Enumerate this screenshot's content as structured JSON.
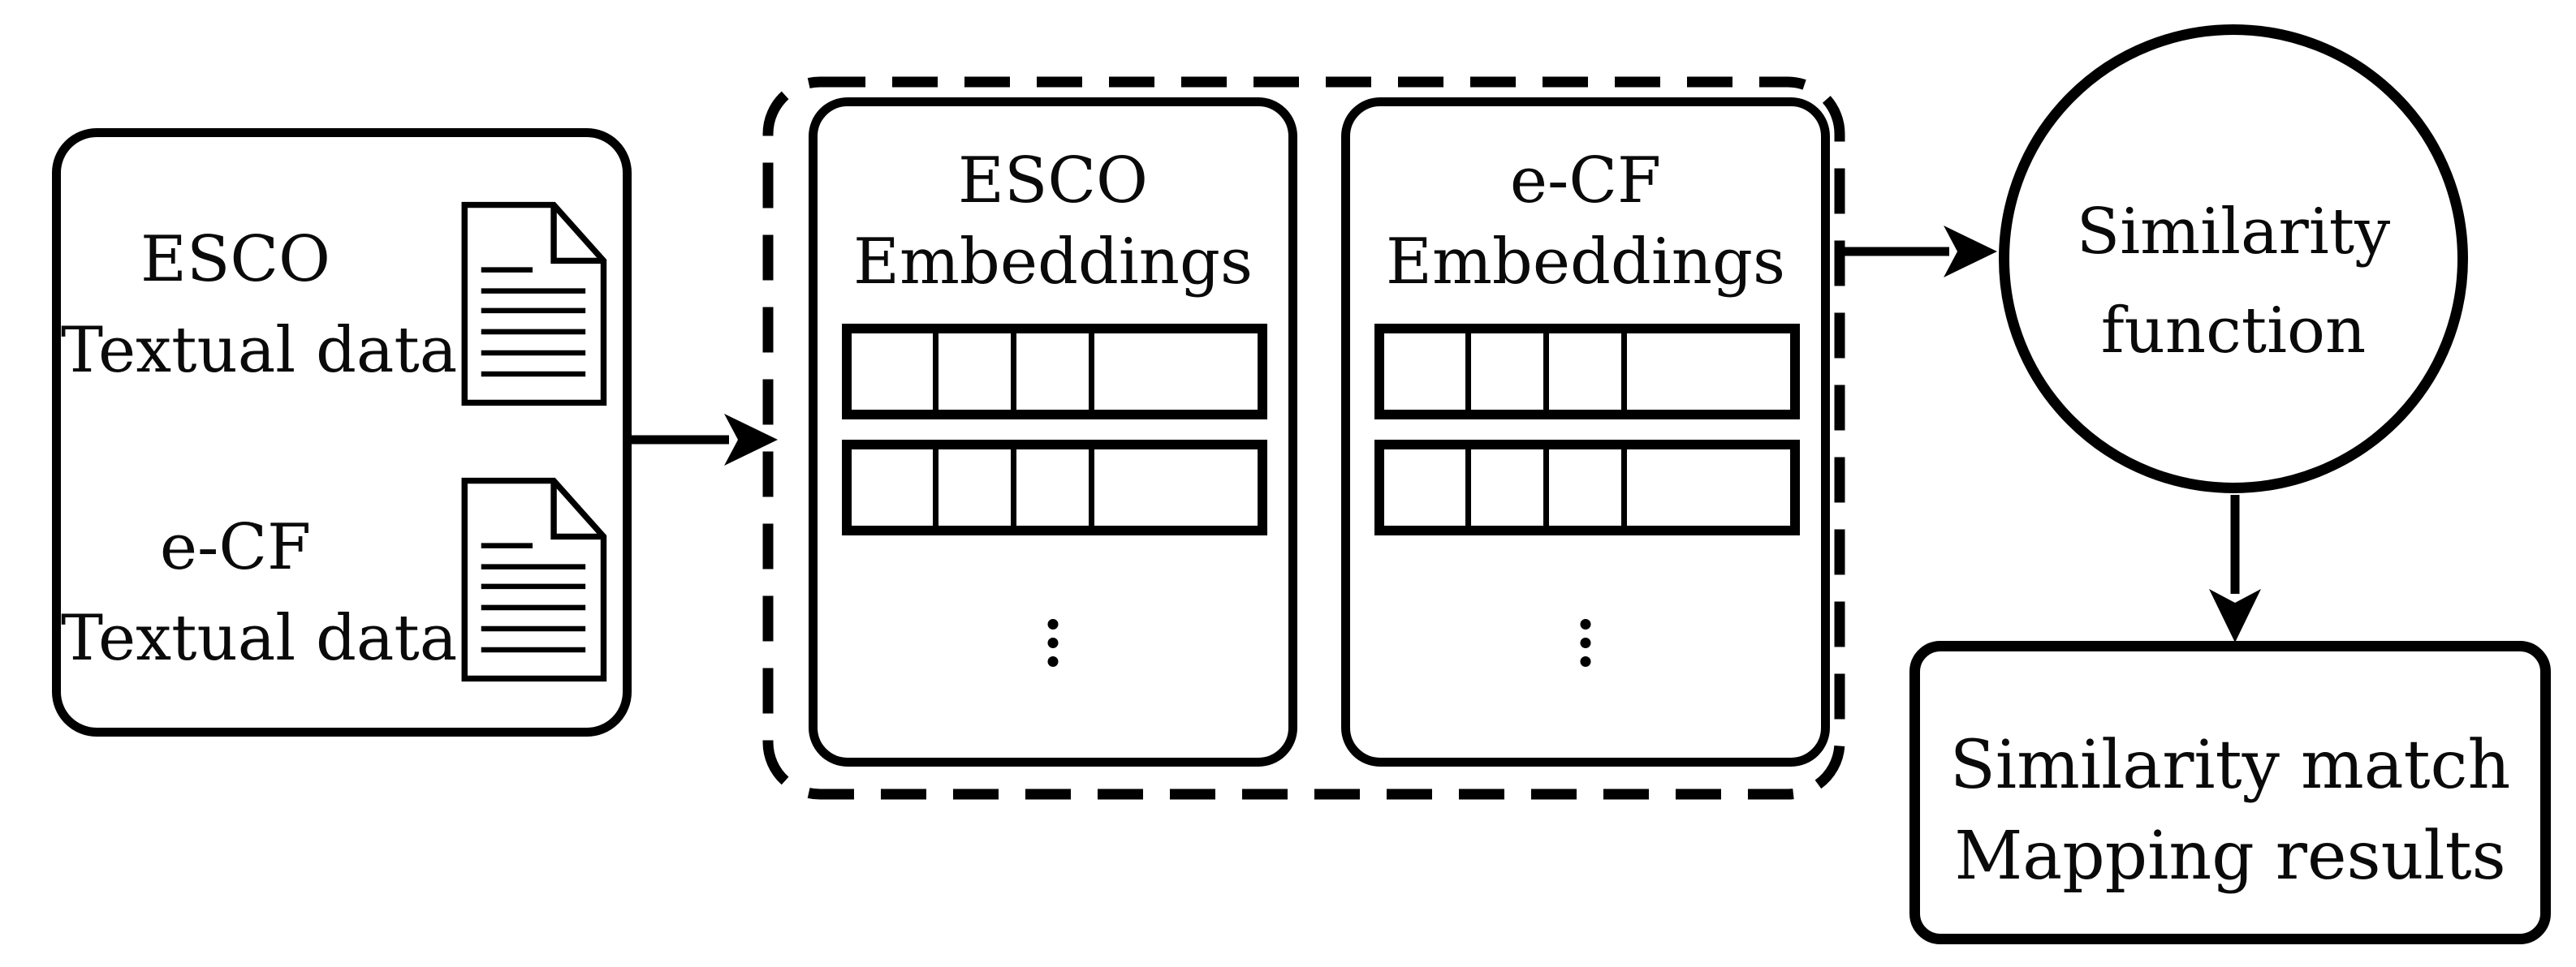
{
  "diagram": {
    "background": "#ffffff",
    "line_color": "#000000",
    "source_box": {
      "items": [
        {
          "line1": "ESCO",
          "line2": "Textual data",
          "icon": "document-icon"
        },
        {
          "line1": "e-CF",
          "line2": "Textual data",
          "icon": "document-icon"
        }
      ]
    },
    "embeddings_group": {
      "boxes": [
        {
          "line1": "ESCO",
          "line2": "Embeddings",
          "vector_rows": 2,
          "cells_per_row": 4,
          "ellipsis": "⋮"
        },
        {
          "line1": "e-CF",
          "line2": "Embeddings",
          "vector_rows": 2,
          "cells_per_row": 4,
          "ellipsis": "⋮"
        }
      ]
    },
    "similarity_circle": {
      "line1": "Similarity",
      "line2": "function"
    },
    "results_box": {
      "line1": "Similarity match",
      "line2": "Mapping results"
    },
    "arrows": [
      {
        "name": "source-to-embeddings",
        "direction": "right"
      },
      {
        "name": "embeddings-to-similarity",
        "direction": "right"
      },
      {
        "name": "similarity-to-results",
        "direction": "down"
      }
    ]
  }
}
